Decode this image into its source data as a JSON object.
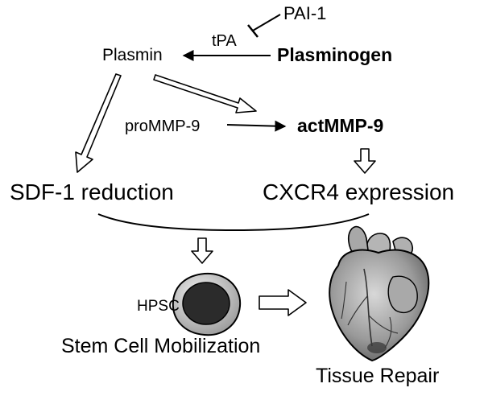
{
  "nodes": {
    "pai1": "PAI-1",
    "tpa": "tPA",
    "plasmin": "Plasmin",
    "plasminogen": "Plasminogen",
    "prommp9": "proMMP-9",
    "actmmp9": "actMMP-9",
    "sdf1": "SDF-1 reduction",
    "cxcr4": "CXCR4 expression",
    "hpsc": "HPSC",
    "mobilization": "Stem Cell Mobilization",
    "repair": "Tissue Repair"
  },
  "colors": {
    "ink": "#000000",
    "cell_outer": "#c8c8c8",
    "cell_nucleus": "#2b2b2b",
    "heart_body": "#8c8c8c"
  }
}
